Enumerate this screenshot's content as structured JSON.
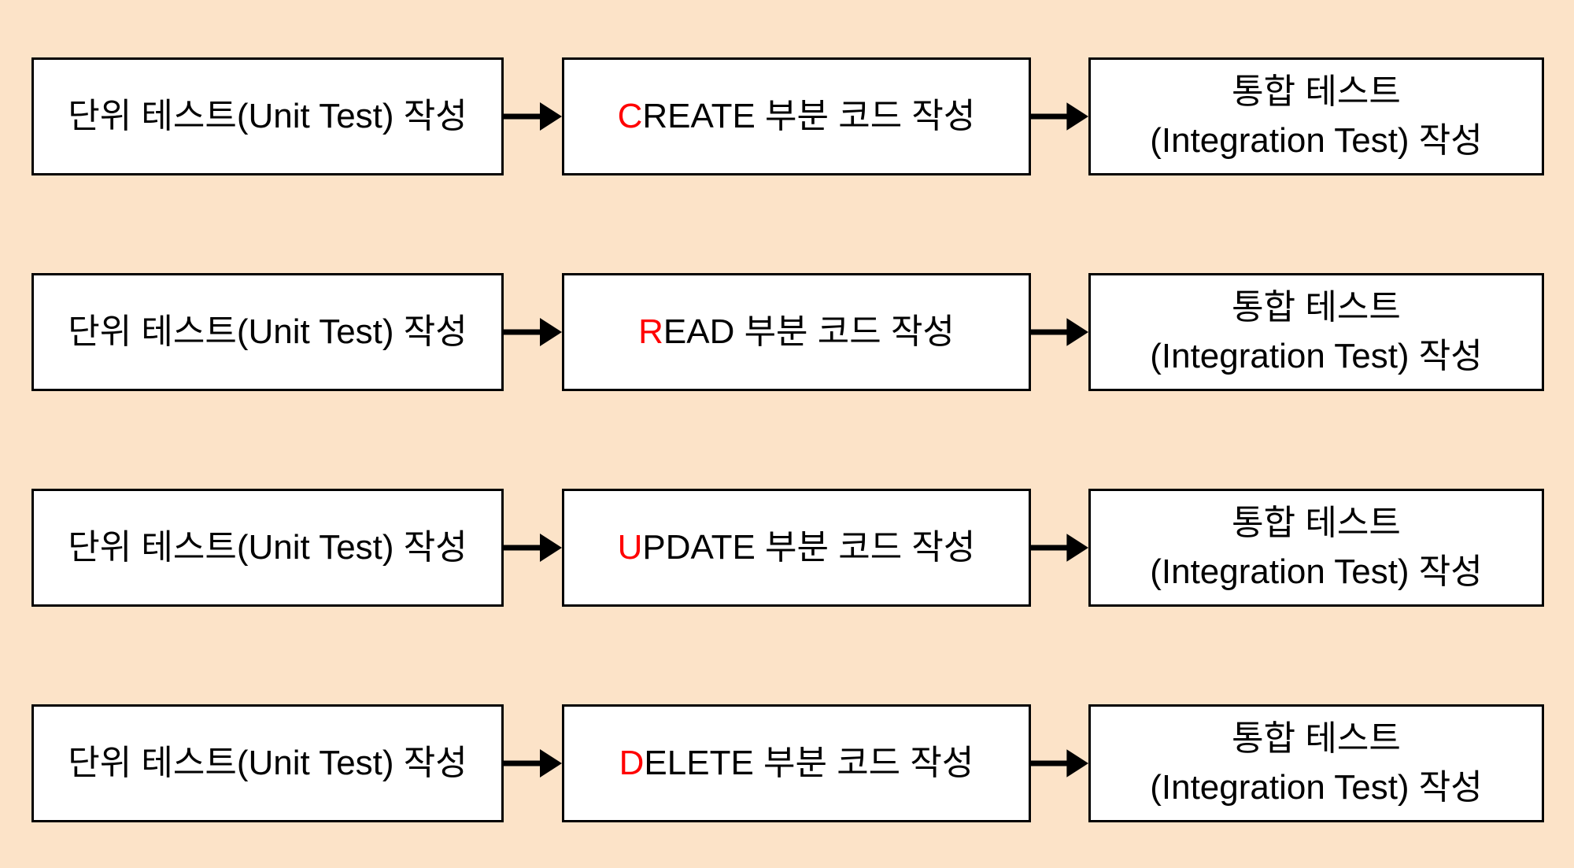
{
  "palette": {
    "background": "#fce3c8",
    "box_background": "#ffffff",
    "border": "#000000",
    "text": "#000000",
    "highlight": "#ff0000"
  },
  "rows": [
    {
      "left": "단위 테스트(Unit Test) 작성",
      "middle_highlight": "C",
      "middle_rest": "REATE 부분 코드 작성",
      "right_line1": "통합 테스트",
      "right_line2": "(Integration Test) 작성"
    },
    {
      "left": "단위 테스트(Unit Test) 작성",
      "middle_highlight": "R",
      "middle_rest": "EAD 부분 코드 작성",
      "right_line1": "통합 테스트",
      "right_line2": "(Integration Test) 작성"
    },
    {
      "left": "단위 테스트(Unit Test) 작성",
      "middle_highlight": "U",
      "middle_rest": "PDATE 부분 코드 작성",
      "right_line1": "통합 테스트",
      "right_line2": "(Integration Test) 작성"
    },
    {
      "left": "단위 테스트(Unit Test) 작성",
      "middle_highlight": "D",
      "middle_rest": "ELETE 부분 코드 작성",
      "right_line1": "통합 테스트",
      "right_line2": "(Integration Test) 작성"
    }
  ]
}
